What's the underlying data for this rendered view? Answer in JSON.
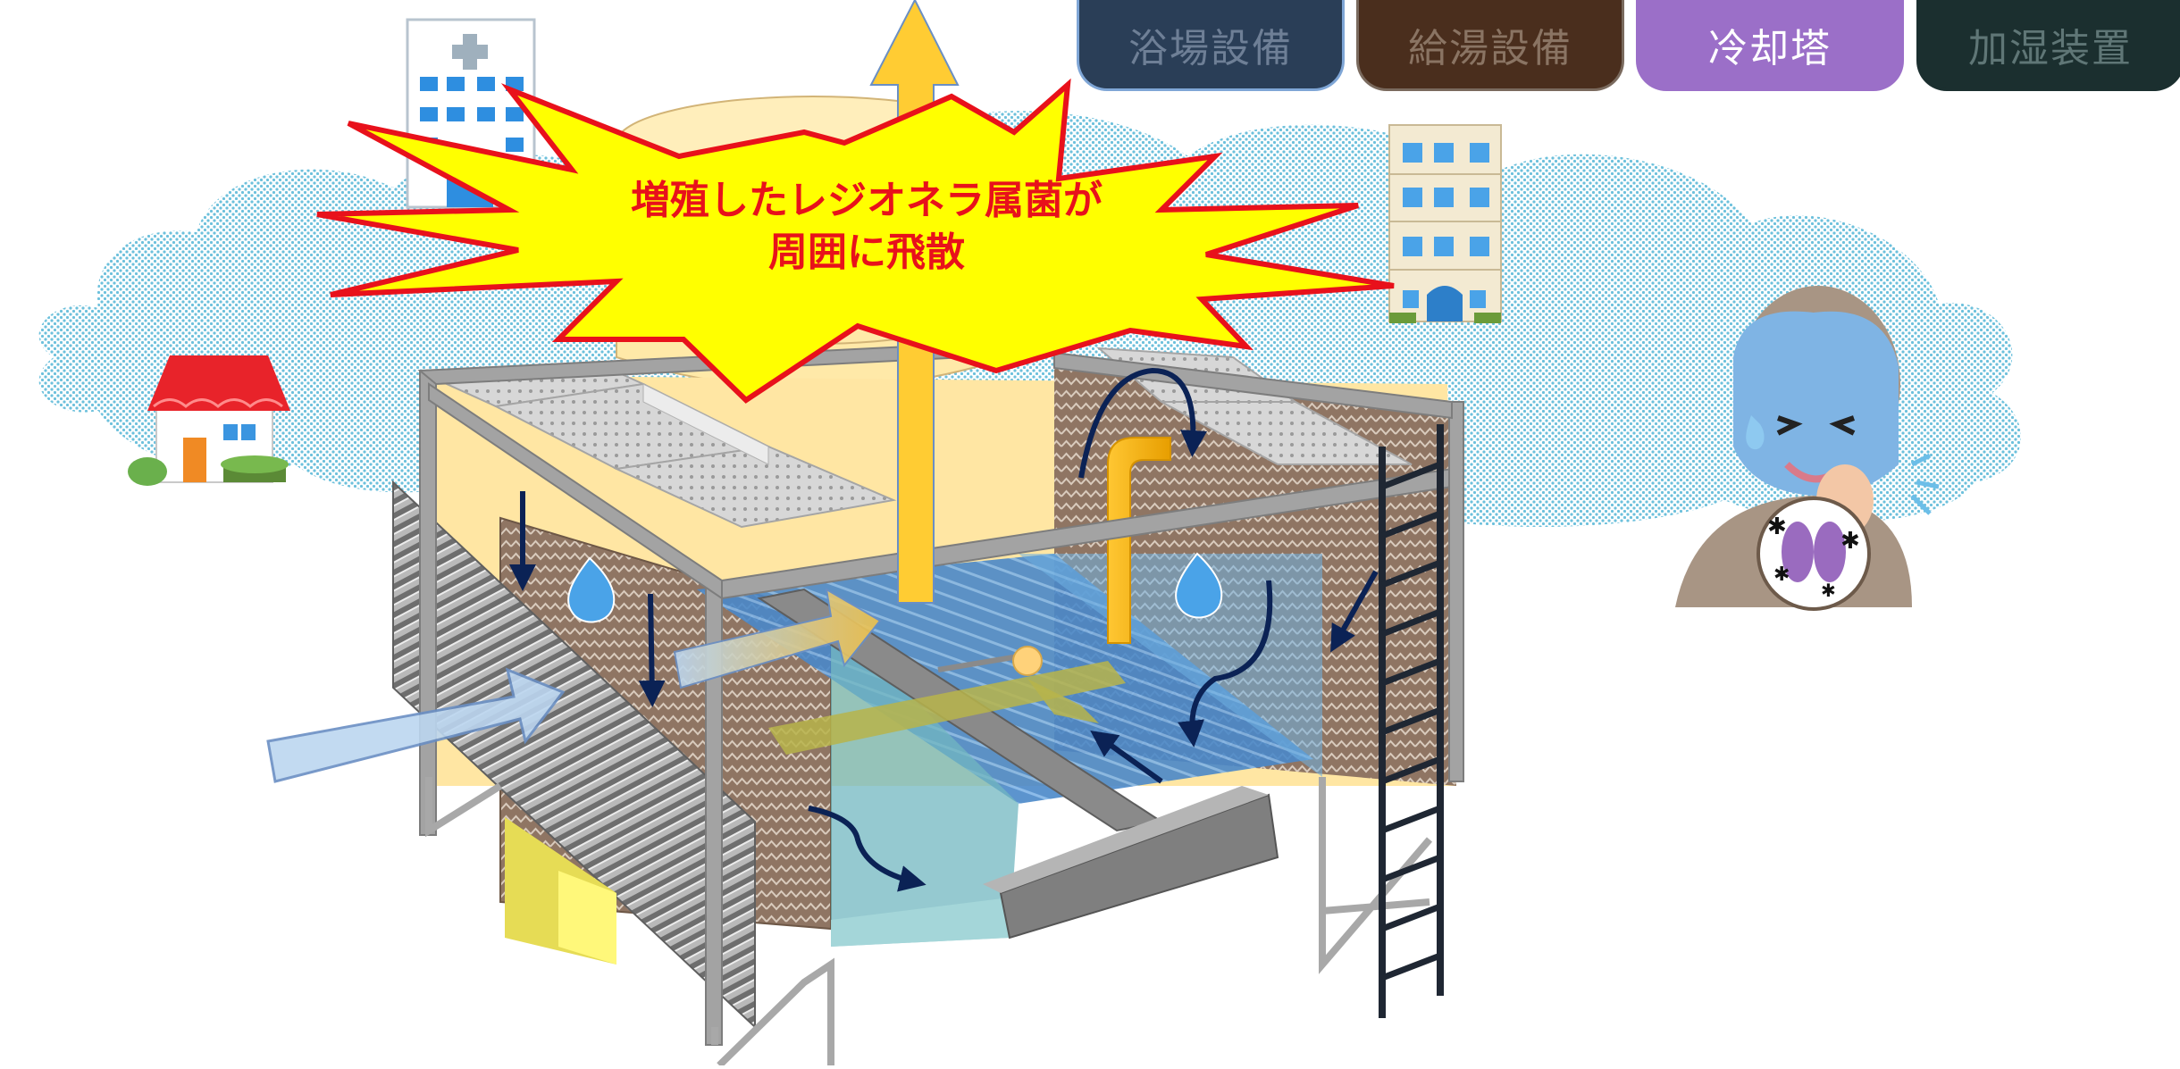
{
  "tabs": [
    {
      "label": "浴場設備",
      "bg": "#2a3e57",
      "fg": "#6e7f96",
      "border": "#7fa6d6",
      "active": false
    },
    {
      "label": "給湯設備",
      "bg": "#4a2e1d",
      "fg": "#8a7463",
      "border": "#7a6a5e",
      "active": false
    },
    {
      "label": "冷却塔",
      "bg": "#9b6fc8",
      "fg": "#ffffff",
      "border": "#9b6fc8",
      "active": true
    },
    {
      "label": "加湿装置",
      "bg": "#1b2f2f",
      "fg": "#5f7676",
      "border": "#1b2f2f",
      "active": false
    }
  ],
  "burst": {
    "line1": "増殖したレジオネラ属菌が",
    "line2": "周囲に飛散"
  },
  "colors": {
    "cloud": "#7cc8e0",
    "burst_fill": "#ffff00",
    "burst_stroke": "#e8111b",
    "text_red": "#e8111b",
    "fill_media": "#a38b79",
    "arrow_navy": "#0b2255",
    "pipe": "#f5b400",
    "water": "#4f9bd6"
  },
  "icons": [
    "hospital-icon",
    "house-icon",
    "apartment-icon",
    "sick-person-icon",
    "water-drop-icon"
  ]
}
